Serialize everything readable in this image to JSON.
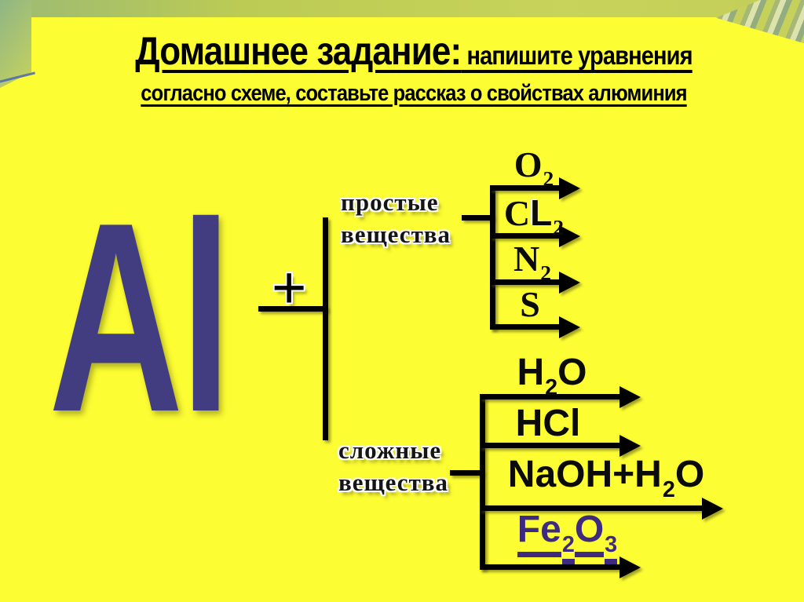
{
  "title": {
    "line1_large": "Домашнее задание:",
    "line1_small": " напишите уравнения",
    "line2": "согласно схеме, составьте рассказ  о свойствах алюминия"
  },
  "element": {
    "symbol": "Al",
    "plus": "+"
  },
  "groups": {
    "simple": {
      "label_line1": "простые",
      "label_line2": "вещества",
      "items": [
        {
          "name": "O2",
          "parts": [
            {
              "t": "O"
            },
            {
              "t": "2",
              "sub": true
            }
          ]
        },
        {
          "name": "CL2",
          "parts": [
            {
              "t": "C"
            },
            {
              "t": "L",
              "alt": true
            },
            {
              "t": "2",
              "sub": true
            }
          ]
        },
        {
          "name": "N2",
          "parts": [
            {
              "t": "N"
            },
            {
              "t": "2",
              "sub": true
            }
          ]
        },
        {
          "name": "S",
          "parts": [
            {
              "t": "S"
            }
          ]
        }
      ]
    },
    "complex": {
      "label_line1": "сложные",
      "label_line2": "вещества",
      "items": [
        {
          "name": "H2O",
          "parts": [
            {
              "t": "H"
            },
            {
              "t": "2",
              "sub": true
            },
            {
              "t": "O"
            }
          ]
        },
        {
          "name": "HCl",
          "parts": [
            {
              "t": "HCl"
            }
          ]
        },
        {
          "name": "NaOH+H2O",
          "parts": [
            {
              "t": "NaOH+H"
            },
            {
              "t": "2",
              "sub": true
            },
            {
              "t": "O"
            }
          ]
        },
        {
          "name": "Fe2O3",
          "parts": [
            {
              "t": "Fe"
            },
            {
              "t": "2",
              "sub": true
            },
            {
              "t": "O"
            },
            {
              "t": "3",
              "sub": true
            }
          ],
          "color": "#3e2b80",
          "underline": true
        }
      ]
    }
  },
  "colors": {
    "background": "#fdfd33",
    "element_symbol": "#423d80",
    "scheme_lines": "#000000",
    "fe2o3": "#3e2b80",
    "border_green": "#c7d35a"
  }
}
